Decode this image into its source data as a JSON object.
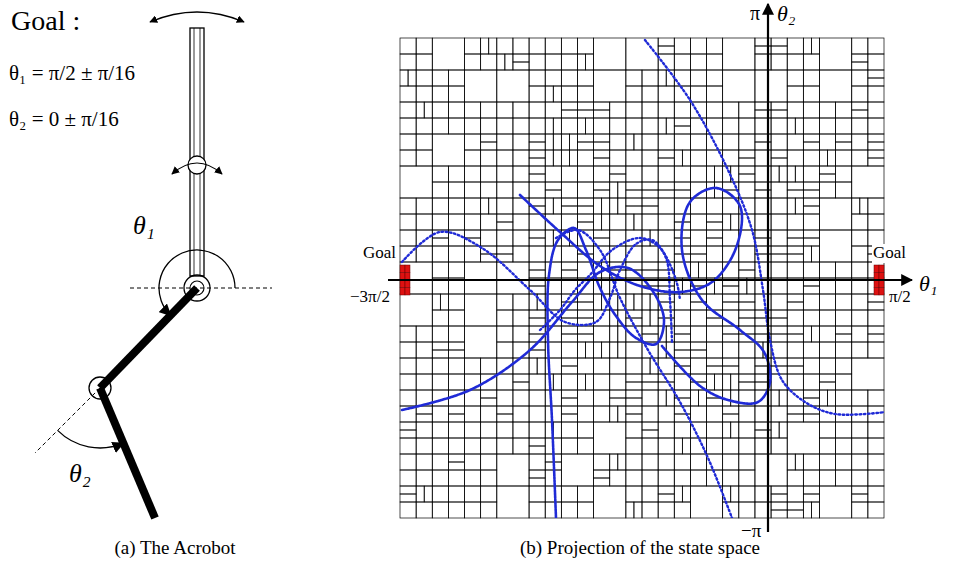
{
  "diagram": {
    "labels": [
      "Goal :",
      "θ₁ = π/2 ± π/16",
      "θ₂ = 0 ± π/16",
      "θ₁",
      "θ₂",
      "(a) The Acrobot",
      "π",
      "θ₂",
      "Goal",
      "Goal",
      "θ₁",
      "−3π/2",
      "π/2",
      "−π",
      "(b) Projection of the state space"
    ]
  }
}
